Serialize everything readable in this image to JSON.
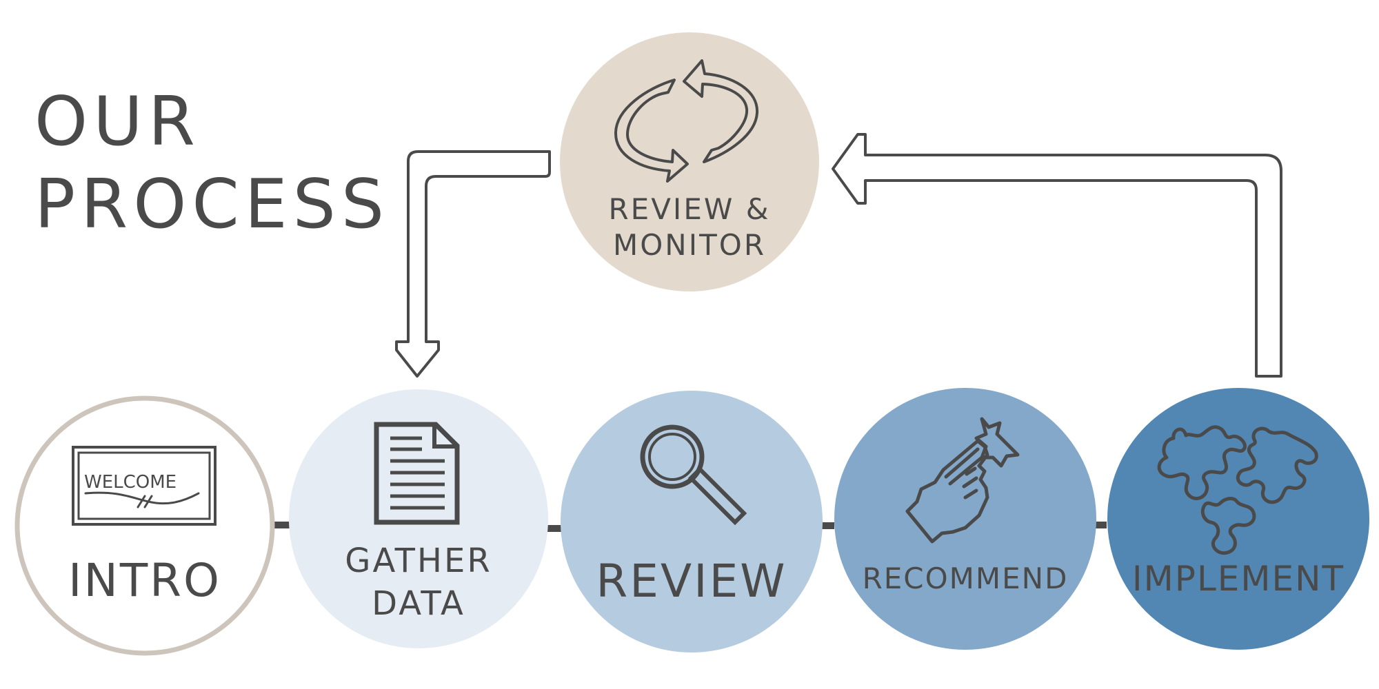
{
  "title": {
    "line1": "OUR",
    "line2": "PROCESS"
  },
  "colors": {
    "text": "#4a4a4a",
    "review_monitor": "#e3d9cc",
    "intro_ring": "#cdc5bb",
    "gather": "#e6ecf3",
    "review": "#b5cbdf",
    "recommend": "#84a8c9",
    "implement": "#5287b4"
  },
  "steps": [
    {
      "id": "intro",
      "label_lines": [
        "INTRO"
      ],
      "icon": "welcome-sign-icon",
      "icon_text": "WELCOME"
    },
    {
      "id": "gather",
      "label_lines": [
        "GATHER",
        "DATA"
      ],
      "icon": "document-icon"
    },
    {
      "id": "review",
      "label_lines": [
        "REVIEW"
      ],
      "icon": "magnifier-icon"
    },
    {
      "id": "recommend",
      "label_lines": [
        "RECOMMEND"
      ],
      "icon": "pointing-hand-icon"
    },
    {
      "id": "implement",
      "label_lines": [
        "IMPLEMENT"
      ],
      "icon": "puzzle-icon"
    }
  ],
  "cycle": {
    "label_lines": [
      "REVIEW &",
      "MONITOR"
    ],
    "icon": "refresh-cycle-icon"
  }
}
